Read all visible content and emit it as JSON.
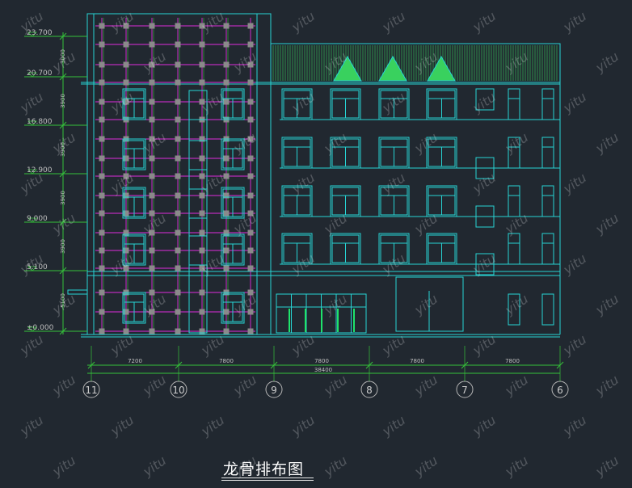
{
  "drawing": {
    "title": "龙骨排布图",
    "watermark": "yitu",
    "colors": {
      "background": "#212830",
      "outline": "#27d3d3",
      "dimension": "#35c23a",
      "keel": "#e02bdc",
      "node": "#8a8a8a",
      "glass_door": "#1fe36b",
      "roof_hatch": "#39d15e",
      "text": "#bfbfbf"
    },
    "elevation_labels": [
      "23.700",
      "20.700",
      "16.800",
      "12.900",
      "9.000",
      "5.100",
      "±0.000"
    ],
    "storey_heights": [
      "3000",
      "3900",
      "3900",
      "3900",
      "3900",
      "5100"
    ],
    "span_dimensions": [
      "7200",
      "7800",
      "7800",
      "7800",
      "7800"
    ],
    "total_dimension": "38400",
    "axis_labels": [
      "11",
      "10",
      "9",
      "8",
      "7",
      "6"
    ]
  }
}
